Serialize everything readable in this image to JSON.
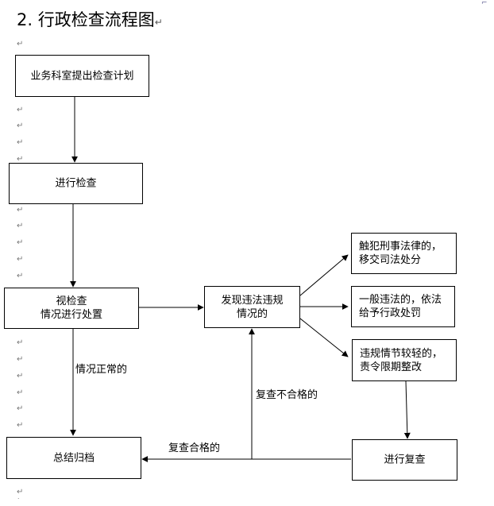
{
  "title": "2. 行政检查流程图",
  "paragraph_mark": "↵",
  "nodes": {
    "plan": "业务科室提出检查计划",
    "inspect": "进行检查",
    "handle": [
      "视检查",
      "情况进行处置"
    ],
    "violation": [
      "发现违法违规",
      "情况的"
    ],
    "criminal": [
      "触犯刑事法律的，",
      "移交司法处分"
    ],
    "general": [
      "一般违法的，依法",
      "给予行政处罚"
    ],
    "minor": [
      "违规情节较轻的，",
      "责令限期整改"
    ],
    "recheck": "进行复查",
    "archive": "总结归档"
  },
  "edge_labels": {
    "normal": "情况正常的",
    "recheck_fail": "复查不合格的",
    "recheck_pass": "复查合格的"
  }
}
